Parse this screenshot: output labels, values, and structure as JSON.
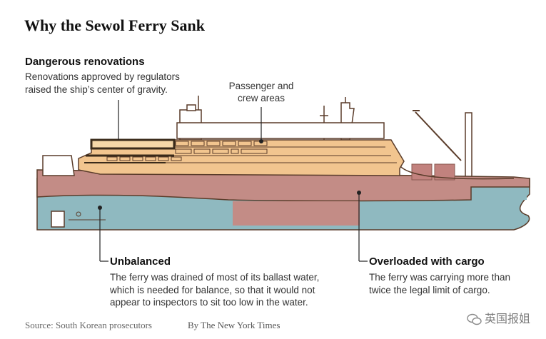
{
  "title": "Why the Sewol Ferry Sank",
  "renovations": {
    "heading": "Dangerous renovations",
    "line1": "Renovations approved by regulators",
    "line2": "raised the ship’s center of gravity."
  },
  "passenger": {
    "line1": "Passenger and",
    "line2": "crew areas"
  },
  "unbalanced": {
    "heading": "Unbalanced",
    "line1": "The ferry was drained of most of its ballast water,",
    "line2": "which is needed for balance, so that it would not",
    "line3": "appear to inspectors to sit too low in the water."
  },
  "cargo": {
    "heading": "Overloaded with cargo",
    "line1": "The ferry was carrying more than",
    "line2": "twice the legal limit of cargo."
  },
  "source": "Source: South Korean prosecutors",
  "byline": "By The New York Times",
  "watermark": "英国报姐",
  "colors": {
    "hull_ballast": "#8fb9c0",
    "hull_cargo": "#c38c86",
    "cargo_block": "#c2827e",
    "superstructure": "#f2c58f",
    "deck": "#f6d7a8",
    "renovation_outline": "#3a2a1a",
    "outline": "#5a3c2a"
  },
  "icons": [
    "wechat-icon"
  ]
}
